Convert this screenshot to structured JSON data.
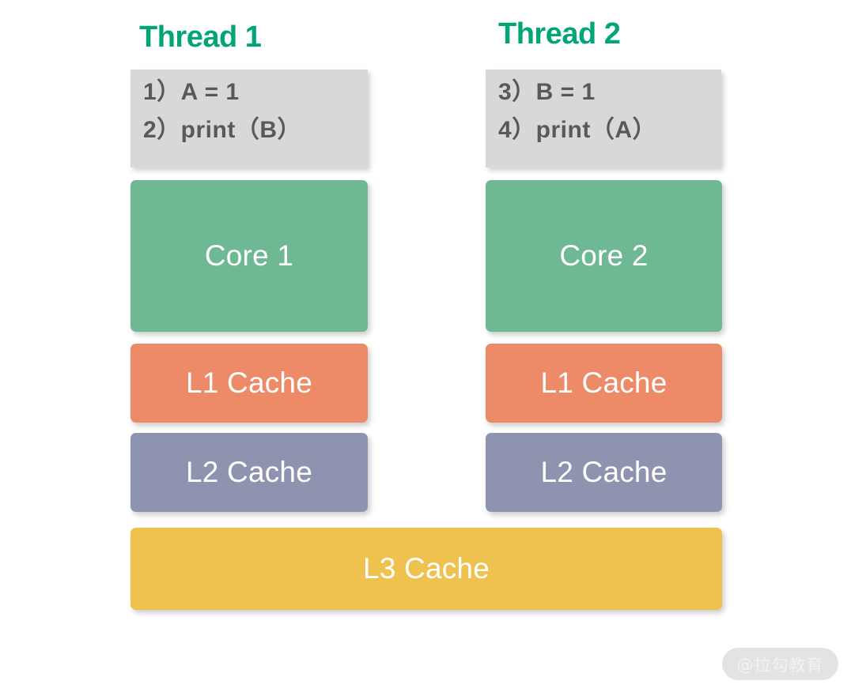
{
  "diagram": {
    "title": "CPU multi-core cache hierarchy with two threads",
    "background_color": "#ffffff"
  },
  "colors": {
    "thread_title": "#00a578",
    "code_box_bg": "#d8d8d8",
    "code_text": "#595959",
    "core": "#6fb894",
    "l1_cache": "#ed8a68",
    "l2_cache": "#8e93b0",
    "l3_cache": "#efc24f",
    "block_text": "#ffffff",
    "watermark_bg": "#e3e3e3",
    "watermark_text": "#f2f2f2"
  },
  "columns": [
    {
      "thread_title": "Thread 1",
      "code_lines": [
        "1）A = 1",
        "2）print（B）"
      ],
      "core_label": "Core 1",
      "l1_label": "L1 Cache",
      "l2_label": "L2 Cache"
    },
    {
      "thread_title": "Thread 2",
      "code_lines": [
        "3）B = 1",
        "4）print（A）"
      ],
      "core_label": "Core 2",
      "l1_label": "L1 Cache",
      "l2_label": "L2 Cache"
    }
  ],
  "shared": {
    "l3_label": "L3 Cache"
  },
  "watermark": {
    "text": "@拉勾教育"
  }
}
